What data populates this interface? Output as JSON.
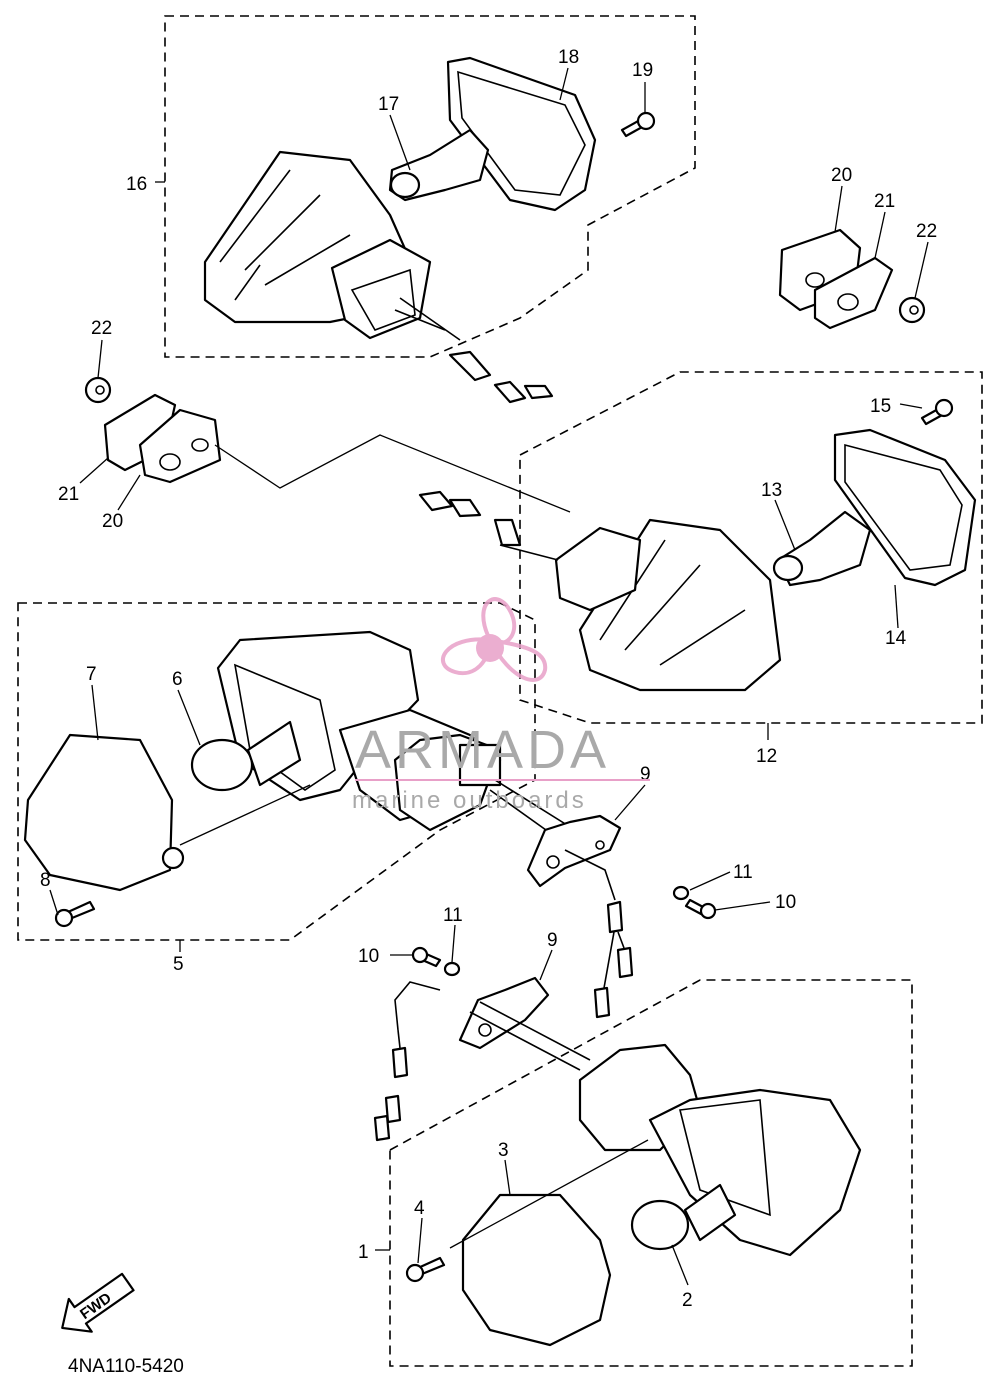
{
  "callouts": [
    {
      "id": "c1",
      "text": "1"
    },
    {
      "id": "c2",
      "text": "2"
    },
    {
      "id": "c3",
      "text": "3"
    },
    {
      "id": "c4",
      "text": "4"
    },
    {
      "id": "c5",
      "text": "5"
    },
    {
      "id": "c6",
      "text": "6"
    },
    {
      "id": "c7",
      "text": "7"
    },
    {
      "id": "c8",
      "text": "8"
    },
    {
      "id": "c9a",
      "text": "9"
    },
    {
      "id": "c9b",
      "text": "9"
    },
    {
      "id": "c10a",
      "text": "10"
    },
    {
      "id": "c10b",
      "text": "10"
    },
    {
      "id": "c11a",
      "text": "11"
    },
    {
      "id": "c11b",
      "text": "11"
    },
    {
      "id": "c12",
      "text": "12"
    },
    {
      "id": "c13",
      "text": "13"
    },
    {
      "id": "c14",
      "text": "14"
    },
    {
      "id": "c15",
      "text": "15"
    },
    {
      "id": "c16",
      "text": "16"
    },
    {
      "id": "c17",
      "text": "17"
    },
    {
      "id": "c18",
      "text": "18"
    },
    {
      "id": "c19",
      "text": "19"
    },
    {
      "id": "c20a",
      "text": "20"
    },
    {
      "id": "c20b",
      "text": "20"
    },
    {
      "id": "c21a",
      "text": "21"
    },
    {
      "id": "c21b",
      "text": "21"
    },
    {
      "id": "c22a",
      "text": "22"
    },
    {
      "id": "c22b",
      "text": "22"
    }
  ],
  "fwd_label": "FWD",
  "part_number": "4NA110-5420",
  "watermark": {
    "brand": "ARMADA",
    "tagline": "marine outboards",
    "color": "#e8a0c8"
  }
}
